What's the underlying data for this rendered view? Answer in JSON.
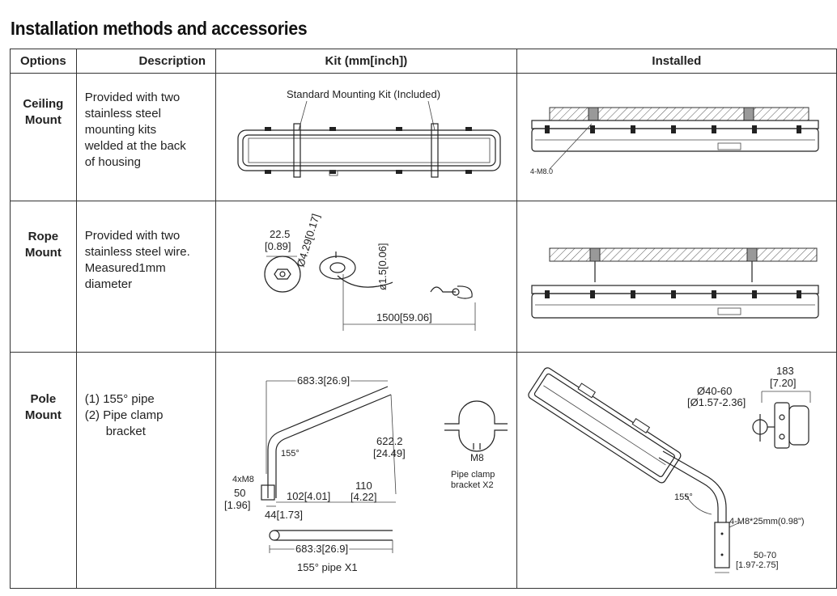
{
  "title": "Installation methods and accessories",
  "headers": {
    "options": "Options",
    "description": "Description",
    "kit": "Kit (mm[inch])",
    "installed": "Installed"
  },
  "rows": [
    {
      "option": [
        "Ceiling",
        "Mount"
      ],
      "description": [
        "Provided with two",
        "stainless steel",
        "mounting kits",
        "welded at the back",
        "of housing"
      ],
      "kit_labels": {
        "kit_name": "Standard Mounting Kit (Included)"
      },
      "installed_labels": {
        "bolt": "4-M8.0"
      }
    },
    {
      "option": [
        "Rope",
        "Mount"
      ],
      "description": [
        "Provided with two",
        "stainless steel wire.",
        "Measured1mm",
        "diameter"
      ],
      "kit_labels": {
        "dim_a": "22.5",
        "dim_a_in": "[0.89]",
        "dim_b": "Ø4.29[0.17]",
        "dim_c": "ø1.5[0.06]",
        "dim_len": "1500[59.06]"
      }
    },
    {
      "option": [
        "Pole",
        "Mount"
      ],
      "description": [
        "(1) 155° pipe",
        "(2) Pipe clamp",
        "bracket"
      ],
      "kit_labels": {
        "top": "683.3[26.9]",
        "height": "622.2",
        "height_in": "[24.49]",
        "angle": "155°",
        "bolts": "4xM8",
        "d50": "50",
        "d50_in": "[1.96]",
        "d102": "102[4.01]",
        "d110": "110",
        "d110_in": "[4.22]",
        "d44": "44[1.73]",
        "bottom": "683.3[26.9]",
        "pipe_caption": "155° pipe X1",
        "clamp_bolt": "M8",
        "clamp_caption_1": "Pipe clamp",
        "clamp_caption_2": "bracket X2"
      },
      "installed_labels": {
        "d183": "183",
        "d183_in": "[7.20]",
        "dia": "Ø40-60",
        "dia_in": "[Ø1.57-2.36]",
        "angle": "155°",
        "bolt": "4-M8*25mm(0.98\")",
        "range": "50-70",
        "range_in": "[1.97-2.75]"
      }
    }
  ]
}
